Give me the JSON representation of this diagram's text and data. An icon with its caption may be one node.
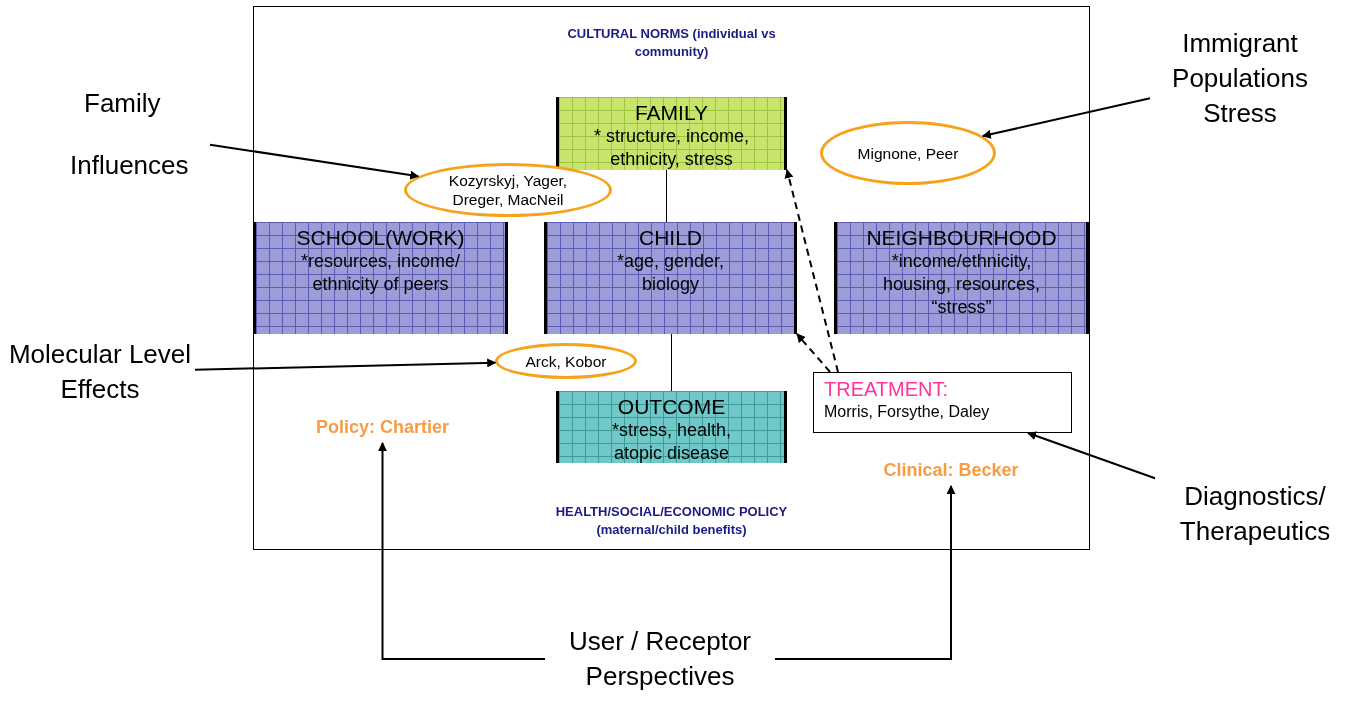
{
  "diagram": {
    "nodes": [
      {
        "text": [
          "CULTURAL NORMS (individual vs community)",
          "HEALTH/SOCIAL/ECONOMIC POLICY (maternal/child benefits)"
        ]
      },
      {
        "text": [
          "FAMILY",
          "* structure, income, ethnicity, stress"
        ],
        "in": 0
      },
      {
        "text": [
          "Kozyrskyj, Yager, Dreger, MacNeil"
        ],
        "in": 0
      },
      {
        "text": [
          "Mignone, Peer"
        ],
        "in": 0
      },
      {
        "text": [
          "SCHOOL(WORK)",
          "*resources, income/ ethnicity of peers"
        ],
        "in": 0
      },
      {
        "text": [
          "CHILD",
          "*age, gender, biology"
        ],
        "in": 0
      },
      {
        "text": [
          "NEIGHBOURHOOD",
          "*income/ethnicity, housing, resources, “stress”"
        ],
        "in": 0
      },
      {
        "text": [
          "Arck, Kobor"
        ],
        "in": 0
      },
      {
        "text": [
          "OUTCOME",
          "*stress, health, atopic disease"
        ],
        "in": 0
      },
      {
        "text": [
          "TREATMENT:",
          "Morris, Forsythe, Daley"
        ],
        "in": 0
      },
      {
        "text": [
          "Policy: Chartier"
        ],
        "in": 0
      },
      {
        "text": [
          "Clinical: Becker"
        ],
        "in": 0
      },
      {
        "text": [
          "Family",
          "Influences"
        ]
      },
      {
        "text": [
          "Immigrant Populations Stress"
        ]
      },
      {
        "text": [
          "Molecular Level Effects"
        ]
      },
      {
        "text": [
          "Diagnostics/ Therapeutics"
        ]
      },
      {
        "text": [
          "User / Receptor Perspectives"
        ]
      }
    ],
    "edges": [
      {
        "from": 12,
        "to": 2,
        "arrow": "to"
      },
      {
        "from": 13,
        "to": 3,
        "arrow": "to"
      },
      {
        "from": 14,
        "to": 7,
        "arrow": "to"
      },
      {
        "from": 15,
        "to": 9,
        "arrow": "to"
      },
      {
        "from": 16,
        "to": 10,
        "arrow": "to"
      },
      {
        "from": 16,
        "to": 11,
        "arrow": "to"
      },
      {
        "from": 1,
        "to": 5,
        "arrow": "none"
      },
      {
        "from": 5,
        "to": 8,
        "arrow": "none"
      },
      {
        "from": 9,
        "to": 1,
        "arrow": "to",
        "style": "dashed"
      },
      {
        "from": 9,
        "to": 5,
        "arrow": "to",
        "style": "dashed"
      }
    ]
  }
}
